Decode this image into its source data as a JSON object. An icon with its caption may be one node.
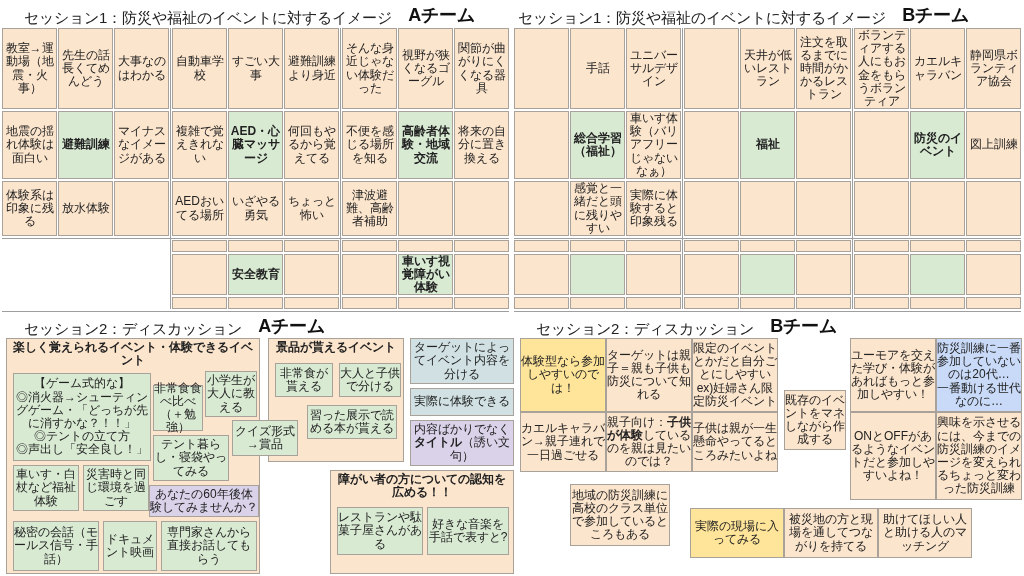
{
  "diagram": {
    "nodes": [
      {
        "text": [
          "教室→運動場（地震・火事）"
        ]
      },
      {
        "text": [
          "先生の話長くてめんどう"
        ]
      },
      {
        "text": [
          "大事なのはわかる"
        ]
      },
      {
        "text": [
          "地震の揺れ体験は面白い"
        ]
      },
      {
        "text": [
          "避難訓練"
        ]
      },
      {
        "text": [
          "マイナスなイメージがある"
        ]
      },
      {
        "text": [
          "体験系は印象に残る"
        ]
      },
      {
        "text": [
          "放水体験"
        ]
      },
      {
        "text": [],
        "shape": "box"
      },
      {
        "text": [
          "自動車学校"
        ]
      },
      {
        "text": [
          "すごい大事"
        ]
      },
      {
        "text": [
          "避難訓練より身近"
        ]
      },
      {
        "text": [
          "複雑で覚えきれない"
        ]
      },
      {
        "text": [
          "AED・心臓マッサージ"
        ]
      },
      {
        "text": [
          "何回もやるから覚えてる"
        ]
      },
      {
        "text": [
          "AEDおいてる場所"
        ]
      },
      {
        "text": [
          "いざやる勇気"
        ]
      },
      {
        "text": [
          "ちょっと怖い"
        ]
      },
      {
        "text": [
          "そんな身近じゃない体験だった"
        ]
      },
      {
        "text": [
          "視野が狭くなるゴーグル"
        ]
      },
      {
        "text": [
          "関節が曲がりにくくなる器具"
        ]
      },
      {
        "text": [
          "不便を感じる場所を知る"
        ]
      },
      {
        "text": [
          "高齢者体験・地域交流"
        ]
      },
      {
        "text": [
          "将来の自分に置き換える"
        ]
      },
      {
        "text": [
          "津波避難、高齢者補助"
        ]
      },
      {
        "text": [],
        "shape": "box"
      },
      {
        "text": [],
        "shape": "box"
      },
      {
        "text": [],
        "shape": "box"
      },
      {
        "text": [],
        "shape": "box"
      },
      {
        "text": [],
        "shape": "box"
      },
      {
        "text": [],
        "shape": "box"
      },
      {
        "text": [
          "安全教育"
        ]
      },
      {
        "text": [],
        "shape": "box"
      },
      {
        "text": [],
        "shape": "box"
      },
      {
        "text": [],
        "shape": "box"
      },
      {
        "text": [],
        "shape": "box"
      },
      {
        "text": [],
        "shape": "box"
      },
      {
        "text": [],
        "shape": "box"
      },
      {
        "text": [],
        "shape": "box"
      },
      {
        "text": [],
        "shape": "box"
      },
      {
        "text": [
          "車いす視覚障がい体験"
        ]
      },
      {
        "text": [],
        "shape": "box"
      },
      {
        "text": [],
        "shape": "box"
      },
      {
        "text": [],
        "shape": "box"
      },
      {
        "text": [],
        "shape": "box"
      },
      {
        "text": [],
        "shape": "box"
      },
      {
        "text": [
          "手話"
        ]
      },
      {
        "text": [
          "ユニバーサルデザイン"
        ]
      },
      {
        "text": [],
        "shape": "box"
      },
      {
        "text": [
          "総合学習（福祉）"
        ]
      },
      {
        "text": [
          "車いす体験（バリアフリーじゃないなぁ）"
        ]
      },
      {
        "text": [],
        "shape": "box"
      },
      {
        "text": [
          "感覚と一緒だと頭に残りやすい"
        ]
      },
      {
        "text": [
          "実際に体験すると印象残る"
        ]
      },
      {
        "text": [],
        "shape": "box"
      },
      {
        "text": [
          "天井が低いレストラン"
        ]
      },
      {
        "text": [
          "注文を取るまでに時間がかかるレストラン"
        ]
      },
      {
        "text": [],
        "shape": "box"
      },
      {
        "text": [
          "福祉"
        ]
      },
      {
        "text": [],
        "shape": "box"
      },
      {
        "text": [],
        "shape": "box"
      },
      {
        "text": [],
        "shape": "box"
      },
      {
        "text": [],
        "shape": "box"
      },
      {
        "text": [
          "ボランティアする人にもお金をもらうボランティア"
        ]
      },
      {
        "text": [
          "カエルキャラバン"
        ]
      },
      {
        "text": [
          "静岡県ボランティア協会"
        ]
      },
      {
        "text": [],
        "shape": "box"
      },
      {
        "text": [
          "防災のイベント"
        ]
      },
      {
        "text": [
          "図上訓練"
        ]
      },
      {
        "text": [],
        "shape": "box"
      },
      {
        "text": [],
        "shape": "box"
      },
      {
        "text": [],
        "shape": "box"
      },
      {
        "text": [],
        "shape": "box"
      },
      {
        "text": [],
        "shape": "box"
      },
      {
        "text": [],
        "shape": "box"
      },
      {
        "text": [],
        "shape": "box"
      },
      {
        "text": [],
        "shape": "box"
      },
      {
        "text": [],
        "shape": "box"
      },
      {
        "text": [],
        "shape": "box"
      },
      {
        "text": [],
        "shape": "box"
      },
      {
        "text": [],
        "shape": "box"
      },
      {
        "text": [],
        "shape": "box"
      },
      {
        "text": [],
        "shape": "box"
      },
      {
        "text": [],
        "shape": "box"
      },
      {
        "text": [],
        "shape": "box"
      },
      {
        "text": [],
        "shape": "box"
      },
      {
        "text": [],
        "shape": "box"
      },
      {
        "text": [],
        "shape": "box"
      },
      {
        "text": [],
        "shape": "box"
      },
      {
        "text": [],
        "shape": "box"
      },
      {
        "text": [],
        "shape": "box"
      },
      {
        "text": [],
        "shape": "box"
      },
      {
        "text": [],
        "shape": "box"
      },
      {
        "text": [],
        "shape": "box"
      },
      {
        "text": [],
        "shape": "box"
      },
      {
        "text": [],
        "shape": "box"
      },
      {
        "text": [],
        "shape": "box"
      },
      {
        "text": [],
        "shape": "box"
      },
      {
        "text": [],
        "shape": "box"
      },
      {
        "text": [
          "楽しく覚えられるイベント・体験できるイベント"
        ]
      },
      {
        "text": [
          "【ゲーム式的な】",
          "◎消火器→シューティングゲーム・「どっちが先に消すかな？！！」",
          "◎テントの立て方",
          "◎声出し「安全良し！」"
        ],
        "in": 99
      },
      {
        "text": [
          "非常食食べ比べ（＋勉強）"
        ],
        "in": 99
      },
      {
        "text": [
          "小学生が大人に教える"
        ],
        "in": 99
      },
      {
        "text": [
          "テント暮らし・寝袋やってみる"
        ],
        "in": 99
      },
      {
        "text": [
          "車いす・白杖など福祉体験"
        ],
        "in": 99
      },
      {
        "text": [
          "災害時と同じ環境を過ごす"
        ],
        "in": 99
      },
      {
        "text": [
          "あなたの60年後体験してみませんか？"
        ],
        "in": 99
      },
      {
        "text": [
          "秘密の会話（モールス信号・手話）"
        ],
        "in": 99
      },
      {
        "text": [
          "ドキュメント映画"
        ],
        "in": 99
      },
      {
        "text": [
          "専門家さんから直接お話してもらう"
        ],
        "in": 99
      },
      {
        "text": [
          "景品が貰えるイベント"
        ]
      },
      {
        "text": [
          "非常食が貰える"
        ],
        "in": 110
      },
      {
        "text": [
          "大人と子供で分ける"
        ],
        "in": 110
      },
      {
        "text": [
          "クイズ形式→賞品"
        ]
      },
      {
        "text": [
          "習った展示で読める本が貰える"
        ],
        "in": 110
      },
      {
        "text": [
          "ターゲットによってイベント内容を分ける"
        ]
      },
      {
        "text": [
          "実際に体験できる"
        ]
      },
      {
        "text": [
          "内容ばかりでなく**タイトル**（誘い文句）"
        ]
      },
      {
        "text": [
          "障がい者の方についての認知を広める！！"
        ]
      },
      {
        "text": [
          "レストランや駄菓子屋さんがある"
        ],
        "in": 118
      },
      {
        "text": [
          "好きな音楽を手話で表すと?"
        ],
        "in": 118
      },
      {
        "text": [
          "体験型なら参加しやすいのでは！"
        ]
      },
      {
        "text": [
          "ターゲットは親子＝親も子供も防災について知れる"
        ]
      },
      {
        "text": [
          "限定のイベントとかだと自分ごとにしやすい",
          "ex)妊婦さん限定防災イベント"
        ]
      },
      {
        "text": [
          "カエルキャラバン→親子連れで一日過ごせる"
        ]
      },
      {
        "text": [
          "親子向け：**子供が体験**しているのを親は見たいのでは？"
        ]
      },
      {
        "text": [
          "子供は親が一生懸命やってるところみたいよね"
        ]
      },
      {
        "text": [
          "既存のイベントをマネしながら作成する"
        ]
      },
      {
        "text": [
          "ユーモアを交えた学び・体験があればもっと参加しやすい！"
        ]
      },
      {
        "text": [
          "防災訓練に一番参加していないのは20代…",
          "一番動ける世代なのに…"
        ]
      },
      {
        "text": [
          "ONとOFFがあるようなイベントだと参加しやすいよね！"
        ]
      },
      {
        "text": [
          "興味を示させるには、今までの防災訓練のイメージを変えられるちょっと変わった防災訓練"
        ]
      },
      {
        "text": [
          "地域の防災訓練に高校のクラス単位で参加しているところもある"
        ]
      },
      {
        "text": [
          "実際の現場に入ってみる"
        ]
      },
      {
        "text": [
          "被災地の方と現場を通してつながりを持てる"
        ]
      },
      {
        "text": [
          "助けてほしい人と助ける人のマッチング"
        ]
      }
    ],
    "labels": [
      "セッション1：防災や福祉のイベントに対するイメージ",
      "Aチーム",
      "セッション1：防災や福祉のイベントに対するイメージ",
      "Bチーム",
      "セッション2：ディスカッション",
      "Aチーム",
      "セッション2：ディスカッション",
      "Bチーム"
    ]
  }
}
